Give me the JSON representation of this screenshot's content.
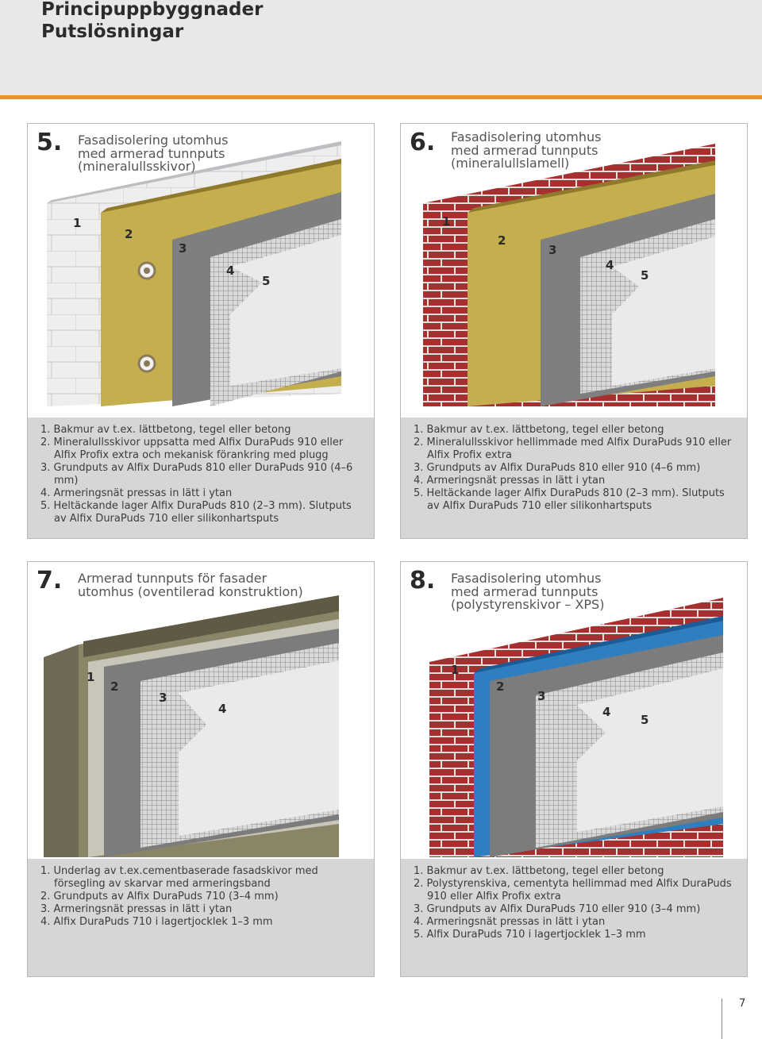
{
  "header": {
    "line1": "Principuppbyggnader",
    "line2": "Putslösningar"
  },
  "page_number": "7",
  "panels": [
    {
      "number": "5.",
      "title": "Fasadisolering utomhus\nmed armerad tunnputs\n(mineralullsskivor)",
      "labels": [
        "1",
        "2",
        "3",
        "4",
        "5"
      ],
      "legend": [
        "1. Bakmur av t.ex. lättbetong, tegel eller betong",
        "2. Mineralullsskivor uppsatta med Alfix DuraPuds 910 eller Alfix Profix extra och mekanisk förankring med plugg",
        "3. Grundputs av Alfix DuraPuds 810 eller DuraPuds 910 (4–6 mm)",
        "4. Armeringsnät pressas in lätt i ytan",
        "5. Heltäckande lager Alfix DuraPuds 810 (2–3 mm). Slutputs av Alfix DuraPuds 710 eller silikonhartsputs"
      ]
    },
    {
      "number": "6.",
      "title": "Fasadisolering utomhus\nmed armerad tunnputs\n(mineralullslamell)",
      "labels": [
        "1",
        "2",
        "3",
        "4",
        "5"
      ],
      "legend": [
        "1. Bakmur av t.ex. lättbetong, tegel eller betong",
        "2. Mineralullsskivor hellimmade med Alfix DuraPuds 910 eller Alfix Profix extra",
        "3. Grundputs av Alfix DuraPuds 810 eller 910 (4–6 mm)",
        "4. Armeringsnät pressas in lätt i ytan",
        "5. Heltäckande lager Alfix DuraPuds 810 (2–3 mm). Slutputs av Alfix DuraPuds 710 eller silikonhartsputs"
      ]
    },
    {
      "number": "7.",
      "title": "Armerad tunnputs för fasader\nutomhus (oventilerad konstruktion)",
      "labels": [
        "1",
        "2",
        "3",
        "4"
      ],
      "legend": [
        "1. Underlag av t.ex.cementbaserade fasadskivor med försegling av skarvar med armeringsband",
        "2. Grundputs av Alfix DuraPuds 710 (3–4 mm)",
        "3. Armeringsnät pressas in lätt i ytan",
        "4. Alfix DuraPuds 710 i lagertjocklek 1–3 mm"
      ]
    },
    {
      "number": "8.",
      "title": "Fasadisolering utomhus\nmed armerad tunnputs\n(polystyrenskivor – XPS)",
      "labels": [
        "1",
        "2",
        "3",
        "4",
        "5"
      ],
      "legend": [
        "1. Bakmur av t.ex. lättbetong, tegel eller betong",
        "2. Polystyrenskiva, cementyta hellimmad med Alfix DuraPuds 910 eller Alfix Profix extra",
        "3. Grundputs av Alfix DuraPuds 710 eller 910 (3–4 mm)",
        "4. Armeringsnät pressas in lätt i ytan",
        "5. Alfix DuraPuds 710 i lagertjocklek 1–3 mm"
      ]
    }
  ]
}
